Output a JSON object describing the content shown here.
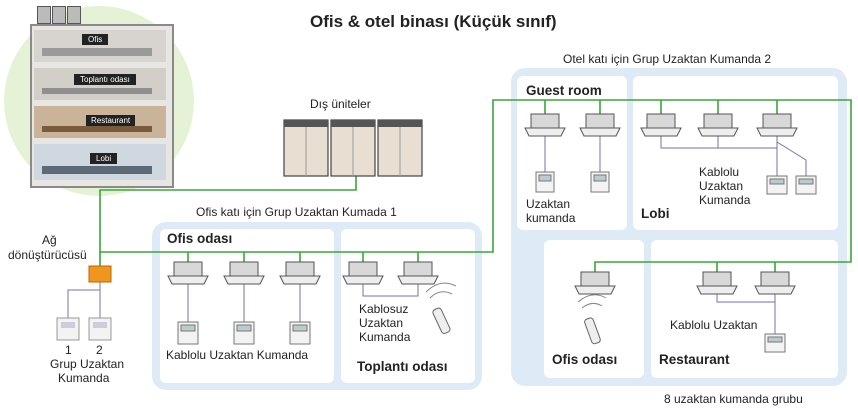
{
  "title": "Ofis & otel binası (Küçük sınıf)",
  "building": {
    "floor_labels": [
      "Ofis",
      "Toplantı odası",
      "Restaurant",
      "Lobi"
    ]
  },
  "outdoor_units_label": "Dış üniteler",
  "office_group_label": "Ofis katı için Grup Uzaktan Kumada 1",
  "hotel_group_label": "Otel katı için Grup Uzaktan Kumanda 2",
  "converter_label": [
    "Ağ",
    "dönüştürücüsü"
  ],
  "group_remotes": {
    "numbers": [
      "1",
      "2"
    ],
    "label": [
      "Grup Uzaktan",
      "Kumanda"
    ]
  },
  "rooms": {
    "office_room": "Ofis odası",
    "meeting_room": "Toplantı odası",
    "guest_room": "Guest room",
    "lobby": "Lobi",
    "office_room_2": "Ofis odası",
    "restaurant": "Restaurant"
  },
  "remote_labels": {
    "wired_office": "Kablolu Uzaktan Kumanda",
    "wireless_meeting": [
      "Kablosuz",
      "Uzaktan",
      "Kumanda"
    ],
    "guest_remote": [
      "Uzaktan",
      "kumanda"
    ],
    "wired_lobby": [
      "Kablolu",
      "Uzaktan",
      "Kumanda"
    ],
    "wired_restaurant": "Kablolu Uzaktan"
  },
  "footer_note": "8 uzaktan kumanda grubu",
  "colors": {
    "panel_bg": "#deebf6",
    "wire_green": "#3aa63a",
    "converter": "#f0961e",
    "circle_bg": "#e6f2d6",
    "control_line": "#7a6fa8"
  }
}
